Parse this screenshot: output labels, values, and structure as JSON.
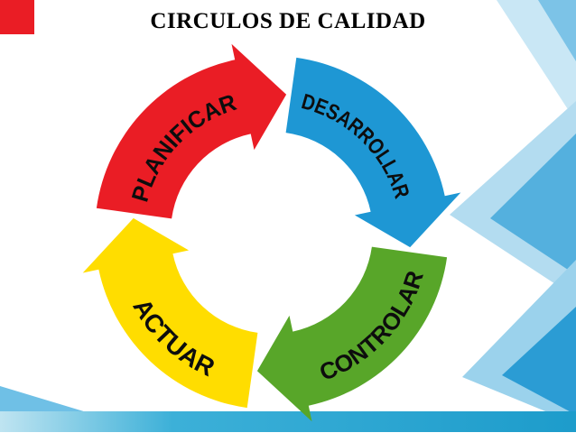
{
  "title": "CIRCULOS DE CALIDAD",
  "diagram": {
    "type": "cycle",
    "direction": "clockwise",
    "label_color": "#0d0d0d",
    "segments": [
      {
        "id": "planificar",
        "label": "PLANIFICAR",
        "color": "#ea1d25"
      },
      {
        "id": "desarrollar",
        "label": "DESARROLLAR",
        "color": "#1e97d4"
      },
      {
        "id": "controlar",
        "label": "CONTROLAR",
        "color": "#58a629"
      },
      {
        "id": "actuar",
        "label": "ACTUAR",
        "color": "#ffdd00"
      }
    ]
  },
  "decor": {
    "corner_square_color": "#ea1d25",
    "wedges": [
      "#c9e7f5",
      "#7cc3e7",
      "#b3dcf0",
      "#54b0de",
      "#9bd2ec",
      "#2b9cd4",
      "#6fc0e6"
    ],
    "bottom_bar": {
      "gradient_start": "#bfe4f1",
      "gradient_mid": "#3cb0d8",
      "gradient_end": "#1d9ccb"
    }
  }
}
